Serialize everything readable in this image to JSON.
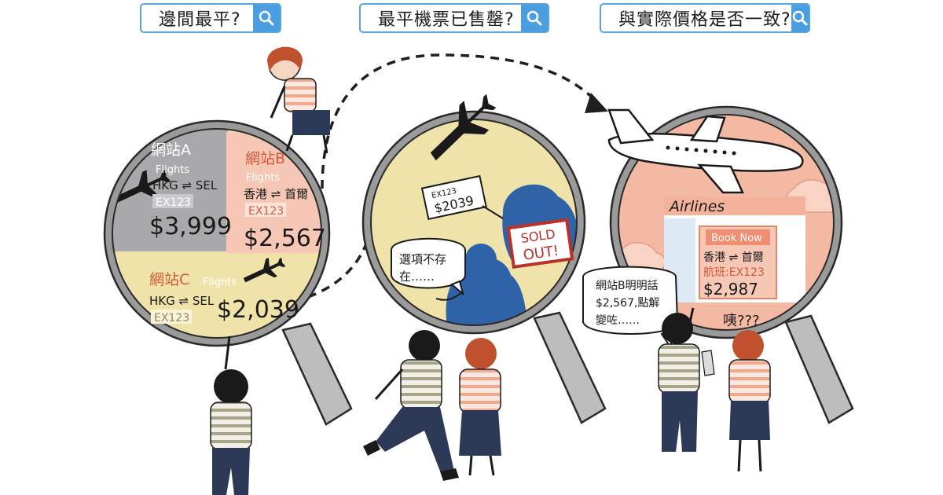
{
  "search_bars": [
    {
      "query": "邊間最平?",
      "icon": "search-icon"
    },
    {
      "query": "最平機票已售罄?",
      "icon": "search-icon"
    },
    {
      "query": "與實際價格是否一致?",
      "icon": "search-icon"
    }
  ],
  "lens_left": {
    "site_a": {
      "name": "網站A",
      "flights": "Flights",
      "route": "HKG ⇌ SEL",
      "flight_no": "EX123",
      "price": "$3,999",
      "bg": "#a9a9ab"
    },
    "site_b": {
      "name": "網站B",
      "flights": "Flights",
      "route": "香港 ⇌ 首爾",
      "flight_no": "EX123",
      "price": "$2,567",
      "bg": "#f6c7b4"
    },
    "site_c": {
      "name": "網站C",
      "flights": "Flights",
      "route": "HKG ⇌ SEL",
      "flight_no": "EX123",
      "price": "$2,039",
      "bg": "#efe3a9"
    }
  },
  "lens_middle": {
    "tag_flight_no": "EX123",
    "tag_price": "$2039",
    "sold_out_line1": "SOLD",
    "sold_out_line2": "OUT!",
    "bubble_line1": "選項不存",
    "bubble_line2": "在……"
  },
  "lens_right": {
    "brand": "Airlines",
    "book_now": "Book Now",
    "route": "香港 ⇌ 首爾",
    "flight_no": "航班:EX123",
    "price": "$2,987",
    "bubble_line1": "網站B明明話",
    "bubble_line2": "$2,567,點解",
    "bubble_line3": "變咗……",
    "exclaim": "咦???"
  }
}
